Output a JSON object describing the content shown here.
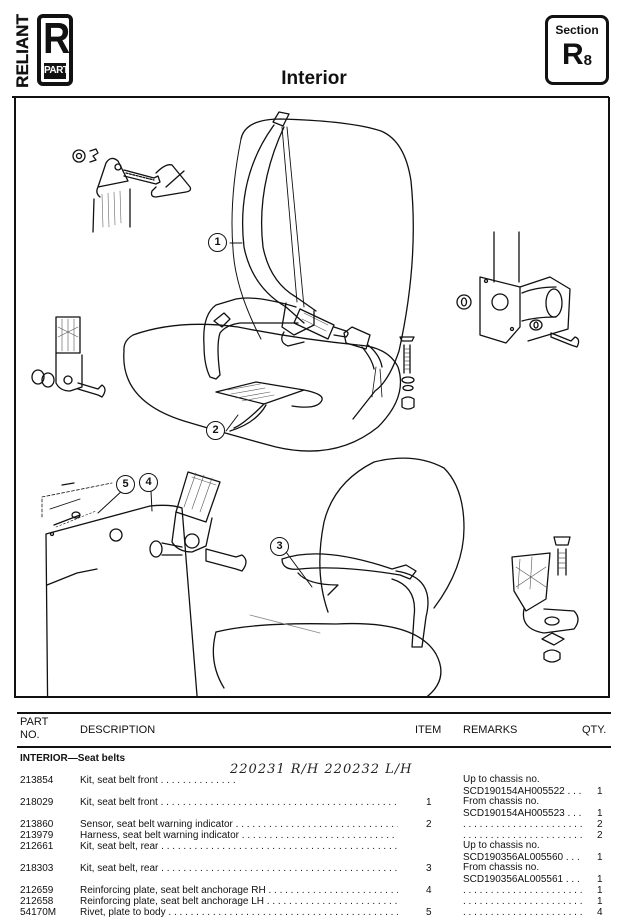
{
  "header": {
    "brand_vertical": "RELIANT",
    "brand_letter": "R",
    "brand_sub": "PART",
    "section_label": "Section",
    "section_letter": "R",
    "section_number": "8",
    "page_title": "Interior"
  },
  "figure": {
    "callouts": [
      "1",
      "2",
      "3",
      "4",
      "5"
    ]
  },
  "table": {
    "columns": {
      "part_no_line1": "PART",
      "part_no_line2": "NO.",
      "description": "DESCRIPTION",
      "item": "ITEM",
      "remarks": "REMARKS",
      "qty": "QTY."
    },
    "group_title": "INTERIOR—Seat belts",
    "handwritten_note": "220231  R/H    220232  L/H",
    "rows": [
      {
        "part_no": "213854",
        "description": "Kit, seat belt front",
        "item": "",
        "remarks_1": "Up to chassis no.",
        "remarks_2": "SCD190154AH005522",
        "qty": "1"
      },
      {
        "part_no": "218029",
        "description": "Kit, seat belt front",
        "item": "1",
        "remarks_1": "From chassis no.",
        "remarks_2": "SCD190154AH005523",
        "qty": "1"
      },
      {
        "part_no": "213860",
        "description": "Sensor, seat belt warning indicator",
        "item": "2",
        "remarks_1": "",
        "remarks_2": "",
        "qty": "2"
      },
      {
        "part_no": "213979",
        "description": "Harness, seat belt warning indicator",
        "item": "",
        "remarks_1": "",
        "remarks_2": "",
        "qty": "2"
      },
      {
        "part_no": "212661",
        "description": "Kit, seat belt, rear",
        "item": "",
        "remarks_1": "Up to chassis no.",
        "remarks_2": "SCD190356AL005560",
        "qty": "1"
      },
      {
        "part_no": "218303",
        "description": "Kit, seat belt, rear",
        "item": "3",
        "remarks_1": "From chassis no.",
        "remarks_2": "SCD190356AL005561",
        "qty": "1"
      },
      {
        "part_no": "212659",
        "description": "Reinforcing plate, seat belt anchorage RH",
        "item": "4",
        "remarks_1": "",
        "remarks_2": "",
        "qty": "1"
      },
      {
        "part_no": "212658",
        "description": "Reinforcing plate, seat belt anchorage LH",
        "item": "",
        "remarks_1": "",
        "remarks_2": "",
        "qty": "1"
      },
      {
        "part_no": "54170M",
        "description": "Rivet, plate to body",
        "item": "5",
        "remarks_1": "",
        "remarks_2": "",
        "qty": "4"
      }
    ]
  }
}
